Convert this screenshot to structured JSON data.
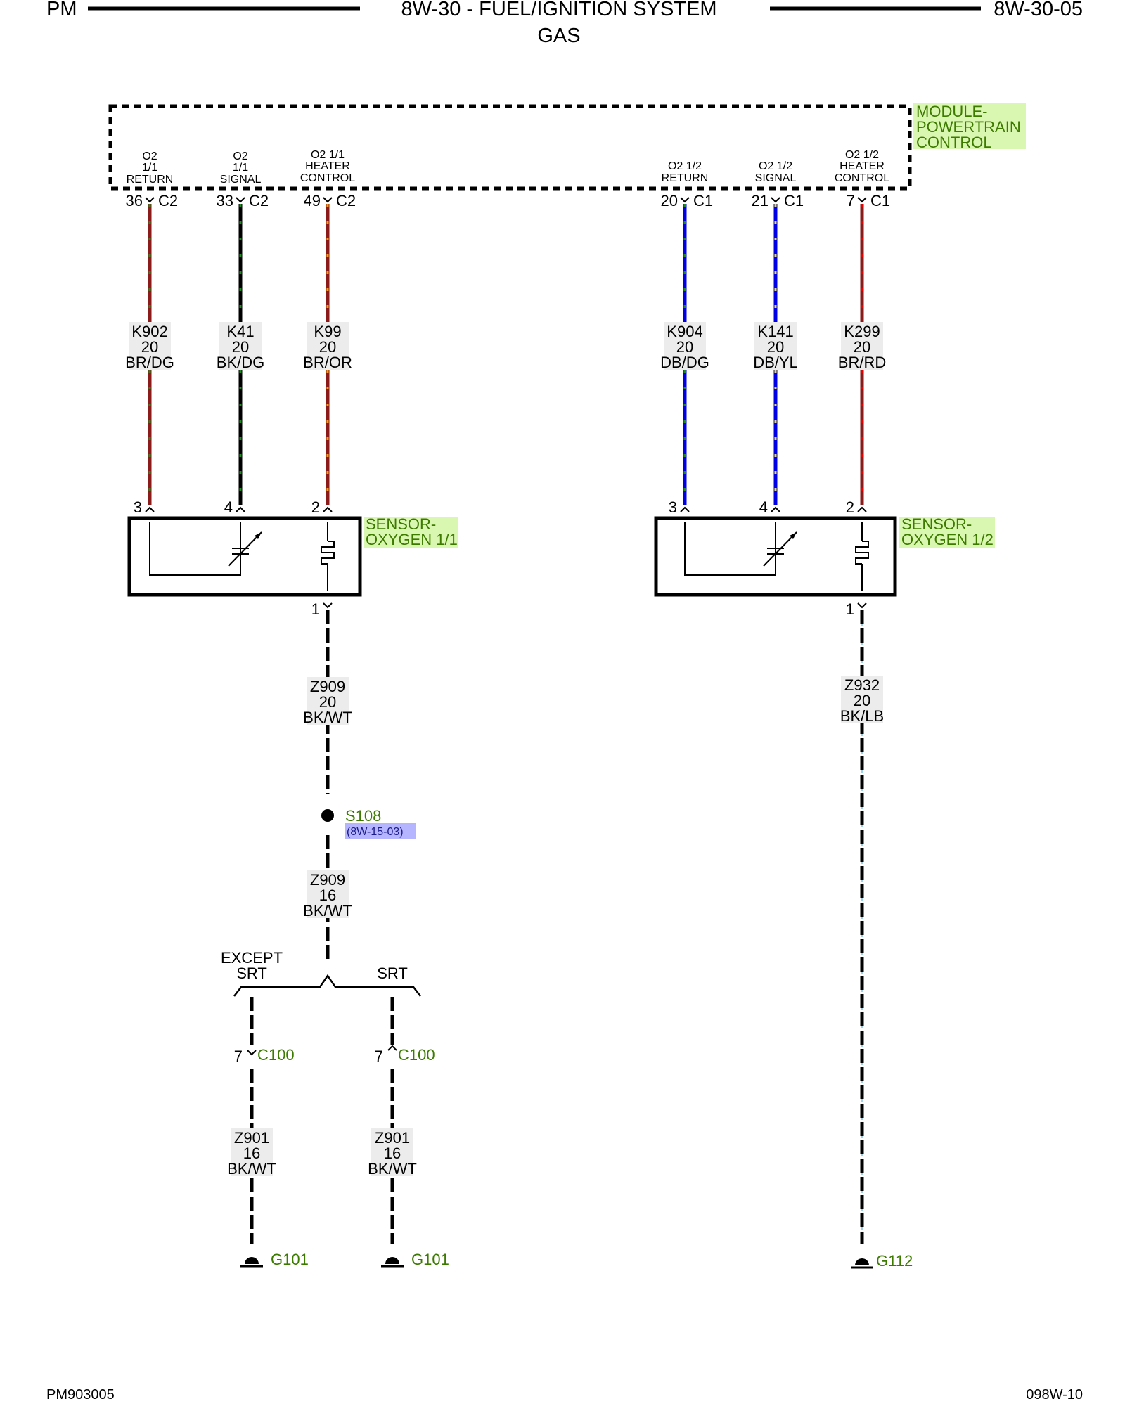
{
  "header": {
    "left": "PM",
    "title_line1": "8W-30 - FUEL/IGNITION SYSTEM",
    "title_line2": "GAS",
    "right": "8W-30-05"
  },
  "footer": {
    "left": "PM903005",
    "right": "098W-10"
  },
  "module": {
    "name_lines": [
      "MODULE-",
      "POWERTRAIN",
      "CONTROL"
    ]
  },
  "pcm_pins": [
    {
      "label_lines": [
        "O2",
        "1/1",
        "RETURN"
      ],
      "pin": "36",
      "connector": "C2"
    },
    {
      "label_lines": [
        "O2",
        "1/1",
        "SIGNAL"
      ],
      "pin": "33",
      "connector": "C2"
    },
    {
      "label_lines": [
        "O2 1/1",
        "HEATER",
        "CONTROL"
      ],
      "pin": "49",
      "connector": "C2"
    },
    {
      "label_lines": [
        "O2 1/2",
        "RETURN"
      ],
      "pin": "20",
      "connector": "C1"
    },
    {
      "label_lines": [
        "O2 1/2",
        "SIGNAL"
      ],
      "pin": "21",
      "connector": "C1"
    },
    {
      "label_lines": [
        "O2 1/2",
        "HEATER",
        "CONTROL"
      ],
      "pin": "7",
      "connector": "C1"
    }
  ],
  "wires": [
    {
      "circuit": "K902",
      "gauge": "20",
      "color": "BR/DG",
      "base": "#8b1a1a",
      "tracer": "#1f8a1f"
    },
    {
      "circuit": "K41",
      "gauge": "20",
      "color": "BK/DG",
      "base": "#000000",
      "tracer": "#1f8a1f"
    },
    {
      "circuit": "K99",
      "gauge": "20",
      "color": "BR/OR",
      "base": "#8b1a1a",
      "tracer": "#f0a000"
    },
    {
      "circuit": "K904",
      "gauge": "20",
      "color": "DB/DG",
      "base": "#0000e6",
      "tracer": "#1f8a1f"
    },
    {
      "circuit": "K141",
      "gauge": "20",
      "color": "DB/YL",
      "base": "#0000e6",
      "tracer": "#f2e600"
    },
    {
      "circuit": "K299",
      "gauge": "20",
      "color": "BR/RD",
      "base": "#8b1a1a",
      "tracer": "#e60000"
    }
  ],
  "sensors": [
    {
      "name_lines": [
        "SENSOR-",
        "OXYGEN 1/1"
      ],
      "pins": [
        "3",
        "4",
        "2"
      ],
      "ground_pin": "1"
    },
    {
      "name_lines": [
        "SENSOR-",
        "OXYGEN 1/2"
      ],
      "pins": [
        "3",
        "4",
        "2"
      ],
      "ground_pin": "1"
    }
  ],
  "ground_wires": [
    {
      "circuit": "Z909",
      "gauge": "20",
      "color": "BK/WT"
    },
    {
      "circuit": "Z909",
      "gauge": "16",
      "color": "BK/WT"
    },
    {
      "circuit": "Z901",
      "gauge": "16",
      "color": "BK/WT"
    },
    {
      "circuit": "Z901",
      "gauge": "16",
      "color": "BK/WT"
    },
    {
      "circuit": "Z932",
      "gauge": "20",
      "color": "BK/LB"
    }
  ],
  "splice": {
    "id": "S108",
    "ref": "(8W-15-03)"
  },
  "branches": {
    "left_lines": [
      "EXCEPT",
      "SRT"
    ],
    "right": "SRT"
  },
  "c100": [
    {
      "pin": "7",
      "connector": "C100"
    },
    {
      "pin": "7",
      "connector": "C100"
    }
  ],
  "grounds": [
    "G101",
    "G101",
    "G112"
  ],
  "colors": {
    "highlight": "#d9f7b0",
    "link_highlight": "#b4b4ff",
    "label_bg": "#ececec",
    "green_text": "#3d7a00"
  }
}
